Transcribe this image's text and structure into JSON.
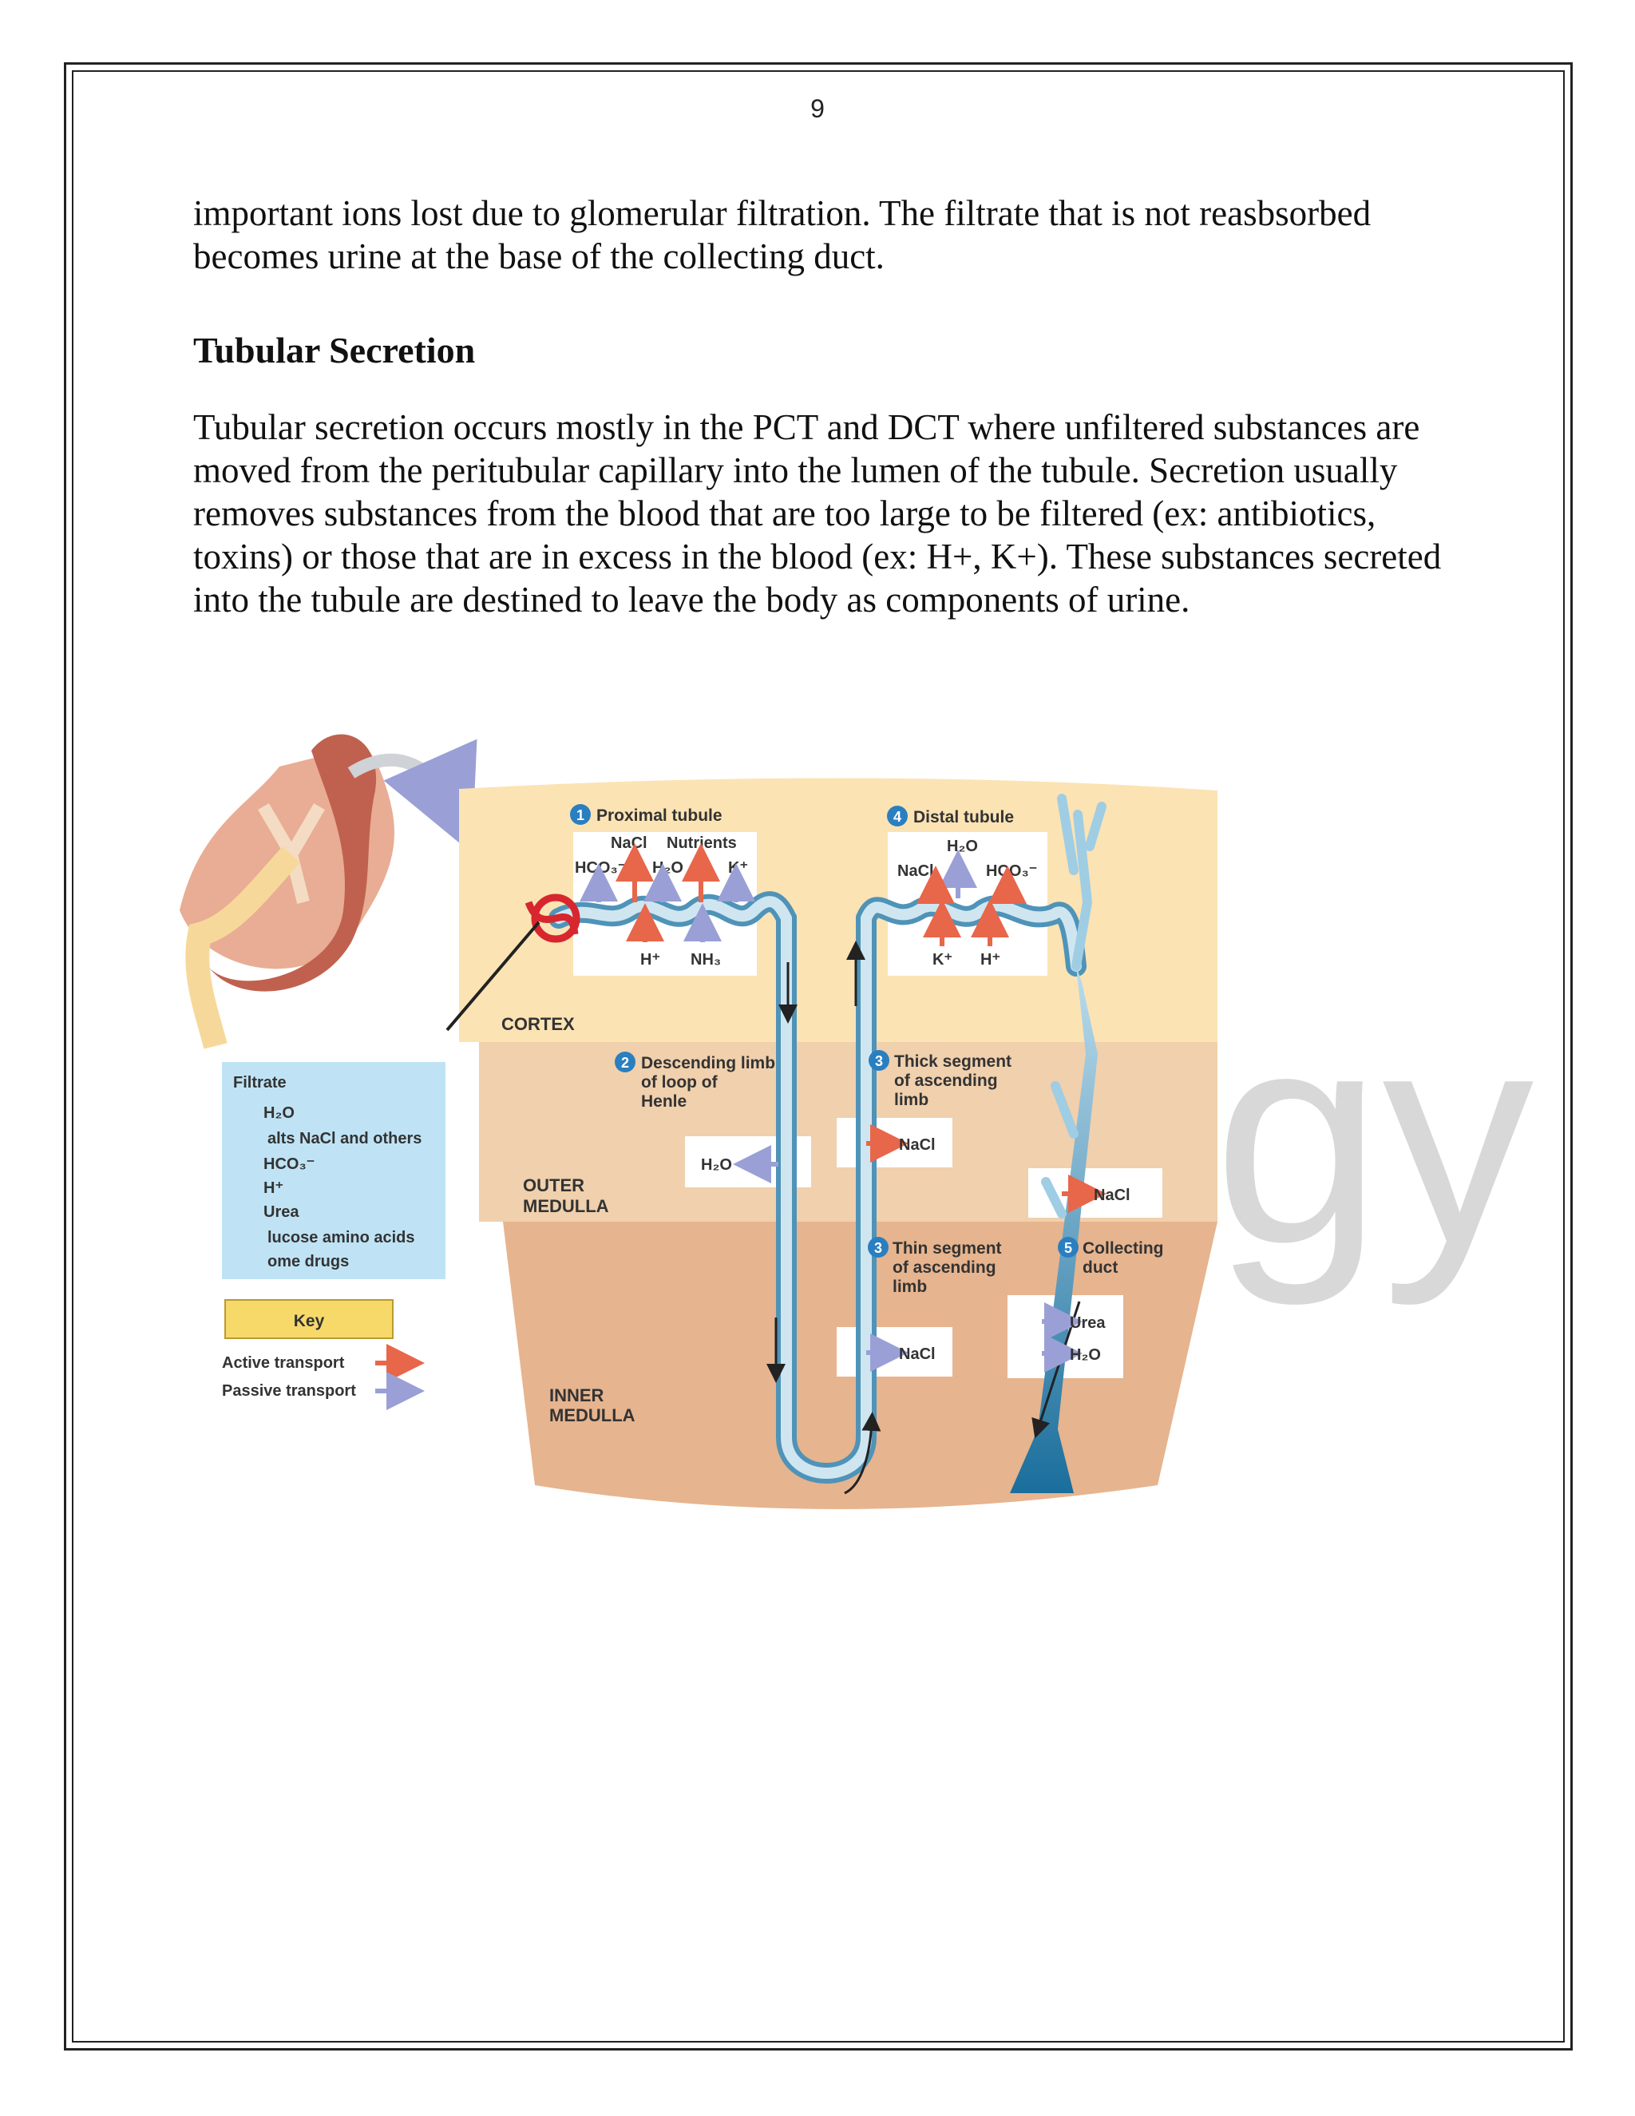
{
  "page_number": "9",
  "intro_paragraph": "important ions lost due to glomerular filtration. The filtrate that is not reasbsorbed becomes urine at the base of the collecting duct.",
  "section_heading": "Tubular Secretion",
  "secretion_paragraph": "Tubular secretion occurs mostly in the PCT and DCT where unfiltered substances are moved from the peritubular capillary into the lumen of the tubule. Secretion usually removes substances from the blood that are too large to be filtered (ex: antibiotics, toxins) or those that are in excess in the blood (ex: H+, K+). These substances secreted into the tubule are destined to leave the body as components of urine.",
  "diagram": {
    "regions": {
      "cortex": "CORTEX",
      "outer_1": "OUTER",
      "outer_2": "MEDULLA",
      "inner_1": "INNER",
      "inner_2": "MEDULLA"
    },
    "proximal": {
      "num": "1",
      "title": "Proximal tubule",
      "nacl": "NaCl",
      "nutrients": "Nutrients",
      "hco3": "HCO₃⁻",
      "h2o": "H₂O",
      "k": "K⁺",
      "h": "H⁺",
      "nh3": "NH₃"
    },
    "distal": {
      "num": "4",
      "title": "Distal tubule",
      "h2o": "H₂O",
      "nacl": "NaCl",
      "hco3": "HCO₃⁻",
      "k": "K⁺",
      "h": "H⁺"
    },
    "descending": {
      "num": "2",
      "line1": "Descending limb",
      "line2": "of loop of",
      "line3": "Henle",
      "h2o": "H₂O"
    },
    "thick": {
      "num": "3",
      "line1": "Thick segment",
      "line2": "of ascending",
      "line3": "limb",
      "nacl": "NaCl"
    },
    "thin": {
      "num": "3",
      "line1": "Thin segment",
      "line2": "of ascending",
      "line3": "limb",
      "nacl": "NaCl"
    },
    "collecting": {
      "num": "5",
      "line1": "Collecting",
      "line2": "duct",
      "nacl": "NaCl",
      "urea": "Urea",
      "h2o": "H₂O"
    },
    "filtrate": {
      "title": "Filtrate",
      "items": [
        "H₂O",
        "alts NaCl and others",
        "HCO₃⁻",
        "H⁺",
        "Urea",
        "lucose amino acids",
        "ome drugs"
      ]
    },
    "key": {
      "title": "Key",
      "active": "Active transport",
      "passive": "Passive transport"
    },
    "watermark": "gy",
    "colors": {
      "active": "#e8664a",
      "passive": "#9aa0d6",
      "tubule": "#4f93b8",
      "cortex": "#fbe3b4",
      "outer": "#f0d0ad",
      "inner": "#e6b48e"
    }
  }
}
